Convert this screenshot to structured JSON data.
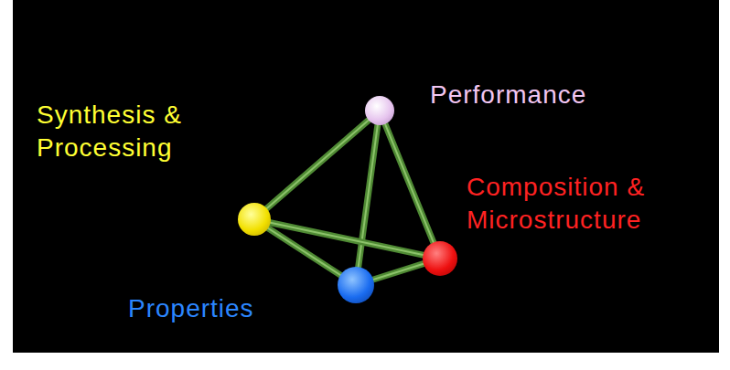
{
  "diagram": {
    "nodes": [
      {
        "text": [
          "Performance"
        ]
      },
      {
        "text": [
          "Synthesis & Processing"
        ]
      },
      {
        "text": [
          "Composition & Microstructure"
        ]
      },
      {
        "text": [
          "Properties"
        ]
      }
    ],
    "edges": [
      {
        "from": 0,
        "to": 1,
        "arrow": "none"
      },
      {
        "from": 0,
        "to": 2,
        "arrow": "none"
      },
      {
        "from": 0,
        "to": 3,
        "arrow": "none"
      },
      {
        "from": 1,
        "to": 2,
        "arrow": "none"
      },
      {
        "from": 1,
        "to": 3,
        "arrow": "none"
      },
      {
        "from": 2,
        "to": 3,
        "arrow": "none"
      }
    ]
  }
}
